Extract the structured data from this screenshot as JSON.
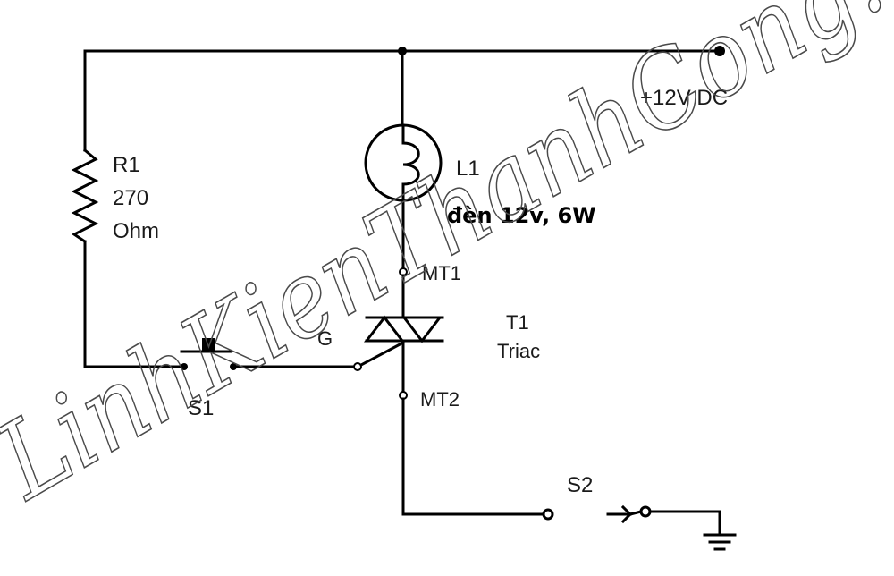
{
  "supply": {
    "label": "+12V DC"
  },
  "resistor": {
    "ref": "R1",
    "value": "270",
    "unit": "Ohm"
  },
  "lamp": {
    "ref": "L1",
    "description": "đèn 12v, 6W"
  },
  "triac": {
    "ref": "T1",
    "type": "Triac",
    "terminal_mt1": "MT1",
    "terminal_mt2": "MT2",
    "terminal_gate": "G"
  },
  "switch1": {
    "ref": "S1"
  },
  "switch2": {
    "ref": "S2"
  },
  "watermark": {
    "text": "LinhKienThanhCong.vn"
  }
}
